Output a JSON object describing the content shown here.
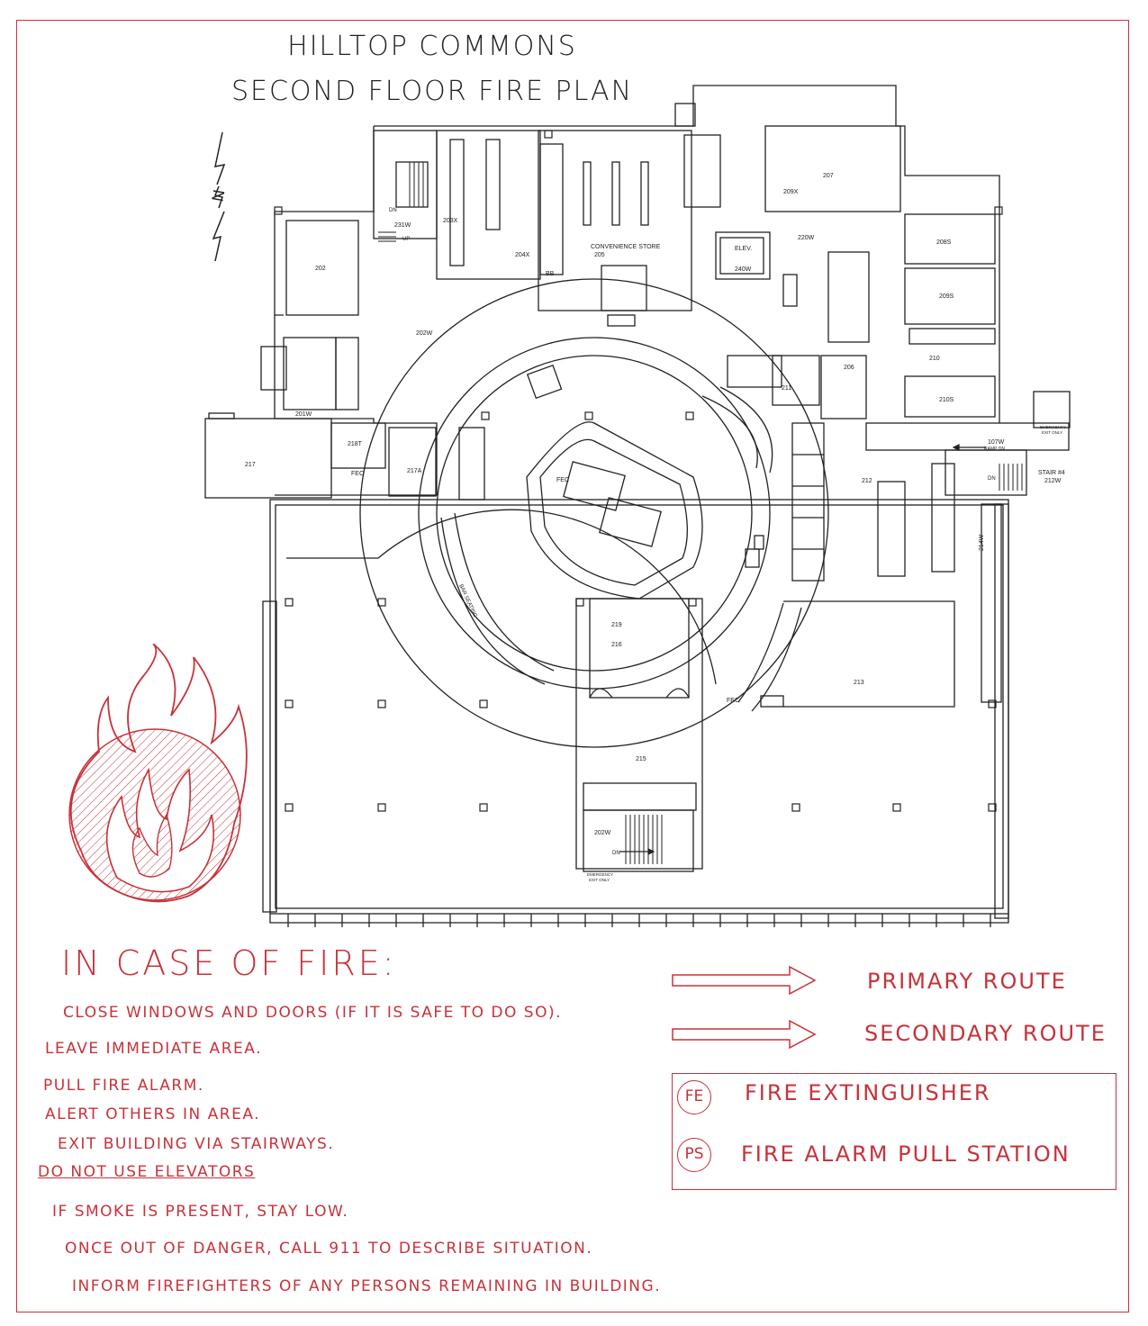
{
  "title": {
    "line1": "HILLTOP COMMONS",
    "line2": "SECOND FLOOR FIRE PLAN"
  },
  "rooms": {
    "r202": "202",
    "r202w": "202W",
    "r231w": "231W",
    "r203x": "203X",
    "r204x": "204X",
    "r205_name": "CONVENIENCE STORE",
    "r205": "205",
    "bb": "BB",
    "elev": "ELEV.",
    "r240w": "240W",
    "r209x": "209X",
    "r207": "207",
    "r220w": "220W",
    "r208s": "208S",
    "r209s": "209S",
    "r210": "210",
    "r210s": "210S",
    "r206": "206",
    "r211": "211",
    "r201w": "201W",
    "r217": "217",
    "r218t": "218T",
    "r217a": "217A",
    "fec1": "FEC",
    "fec2": "FEC",
    "fec3": "FEC",
    "r212": "212",
    "r107w": "107W",
    "ramp": "RAMP DN",
    "emerg1": "EMERGENCY",
    "exitonly1": "EXIT ONLY",
    "stair4": "STAIR #4",
    "r212w": "212W",
    "dn1": "DN",
    "dn2": "DN",
    "dn3": "DN",
    "up1": "UP",
    "r214w": "214W",
    "bar": "BAR SEATING",
    "r219": "219",
    "r216": "216",
    "r213": "213",
    "r215": "215",
    "r202w_b": "202W",
    "emerg2": "EMERGENCY",
    "exitonly2": "EXIT ONLY"
  },
  "fire_heading": "IN CASE OF FIRE:",
  "instructions": [
    "CLOSE WINDOWS AND DOORS (IF IT IS SAFE TO DO SO).",
    "LEAVE IMMEDIATE AREA.",
    "PULL FIRE ALARM.",
    "ALERT OTHERS IN AREA.",
    "EXIT BUILDING VIA STAIRWAYS.",
    "DO NOT USE ELEVATORS",
    "IF SMOKE IS PRESENT, STAY LOW.",
    "ONCE OUT OF DANGER, CALL 911 TO DESCRIBE SITUATION.",
    "INFORM FIREFIGHTERS OF ANY PERSONS REMAINING IN BUILDING."
  ],
  "routes": {
    "primary": "PRIMARY ROUTE",
    "secondary": "SECONDARY ROUTE"
  },
  "legend": {
    "fe_symbol": "FE",
    "fe_label": "FIRE EXTINGUISHER",
    "ps_symbol": "PS",
    "ps_label": "FIRE ALARM PULL STATION"
  },
  "colors": {
    "accent": "#c8323a",
    "lines": "#222222"
  },
  "icons": {
    "north": "north-arrow-icon",
    "flame": "flame-icon",
    "arrow": "route-arrow-icon"
  }
}
